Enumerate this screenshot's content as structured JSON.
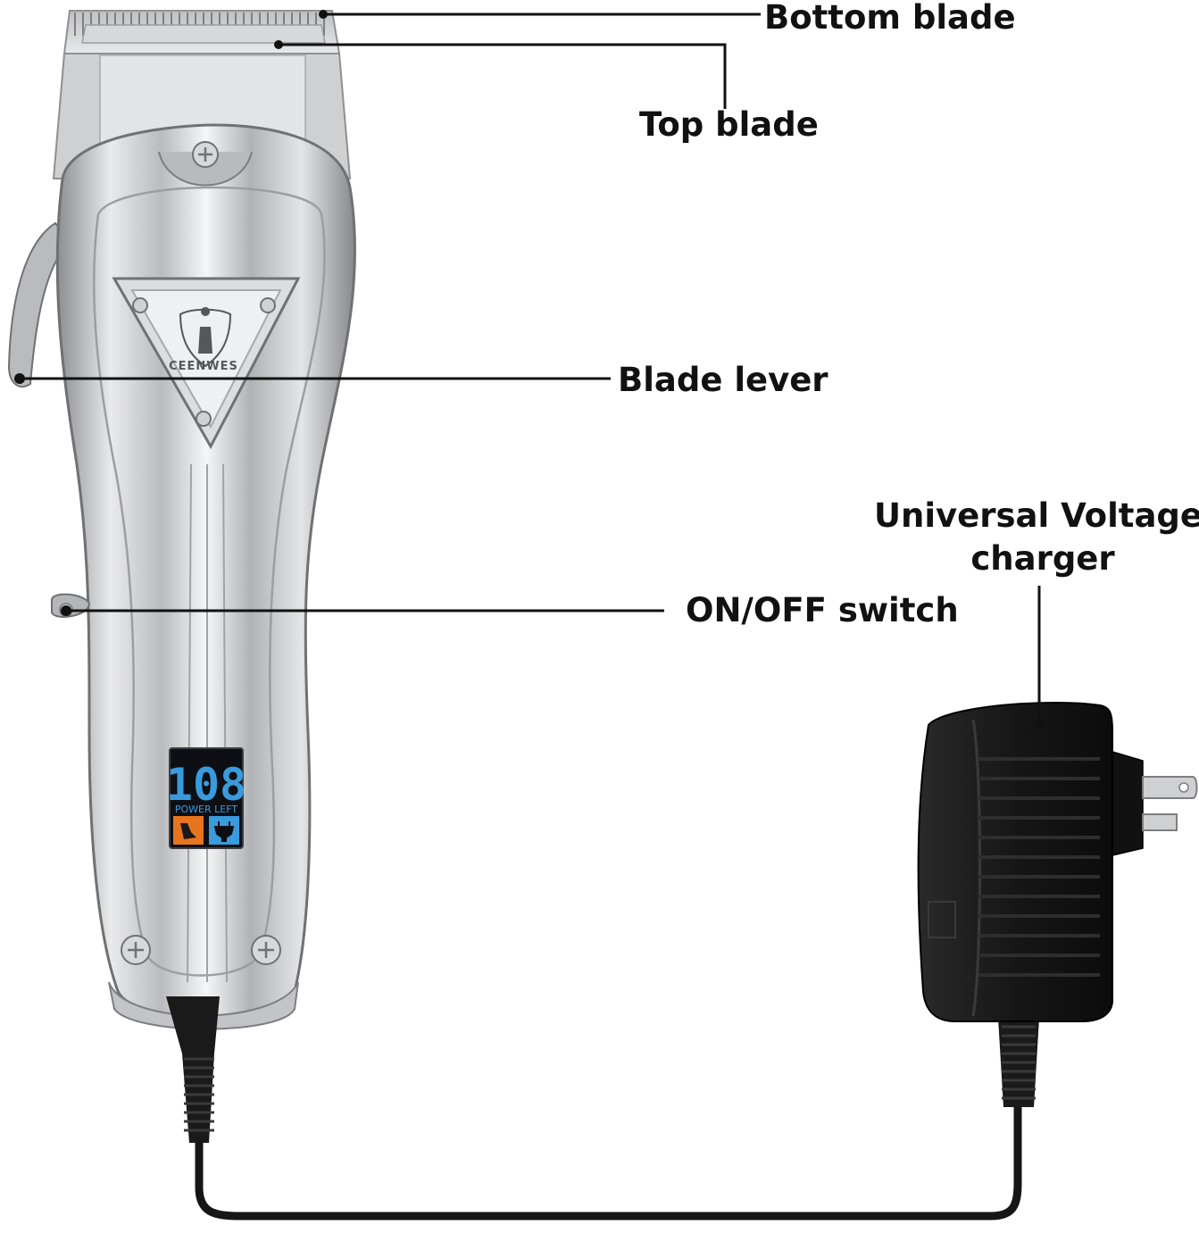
{
  "labels": {
    "bottom_blade": "Bottom blade",
    "top_blade": "Top blade",
    "blade_lever": "Blade lever",
    "charger_line1": "Universal Voltage",
    "charger_line2": "charger",
    "on_off_switch": "ON/OFF switch"
  },
  "clipper": {
    "brand": "CEENWES",
    "display_digits": "108",
    "display_caption": "POWER LEFT"
  },
  "colors": {
    "metal": "#c9cacc",
    "metal_dark": "#8e9092",
    "charger": "#1c1c1c",
    "lcd_blue": "#3a9bdc",
    "lcd_orange": "#e8741e",
    "line": "#111111"
  }
}
